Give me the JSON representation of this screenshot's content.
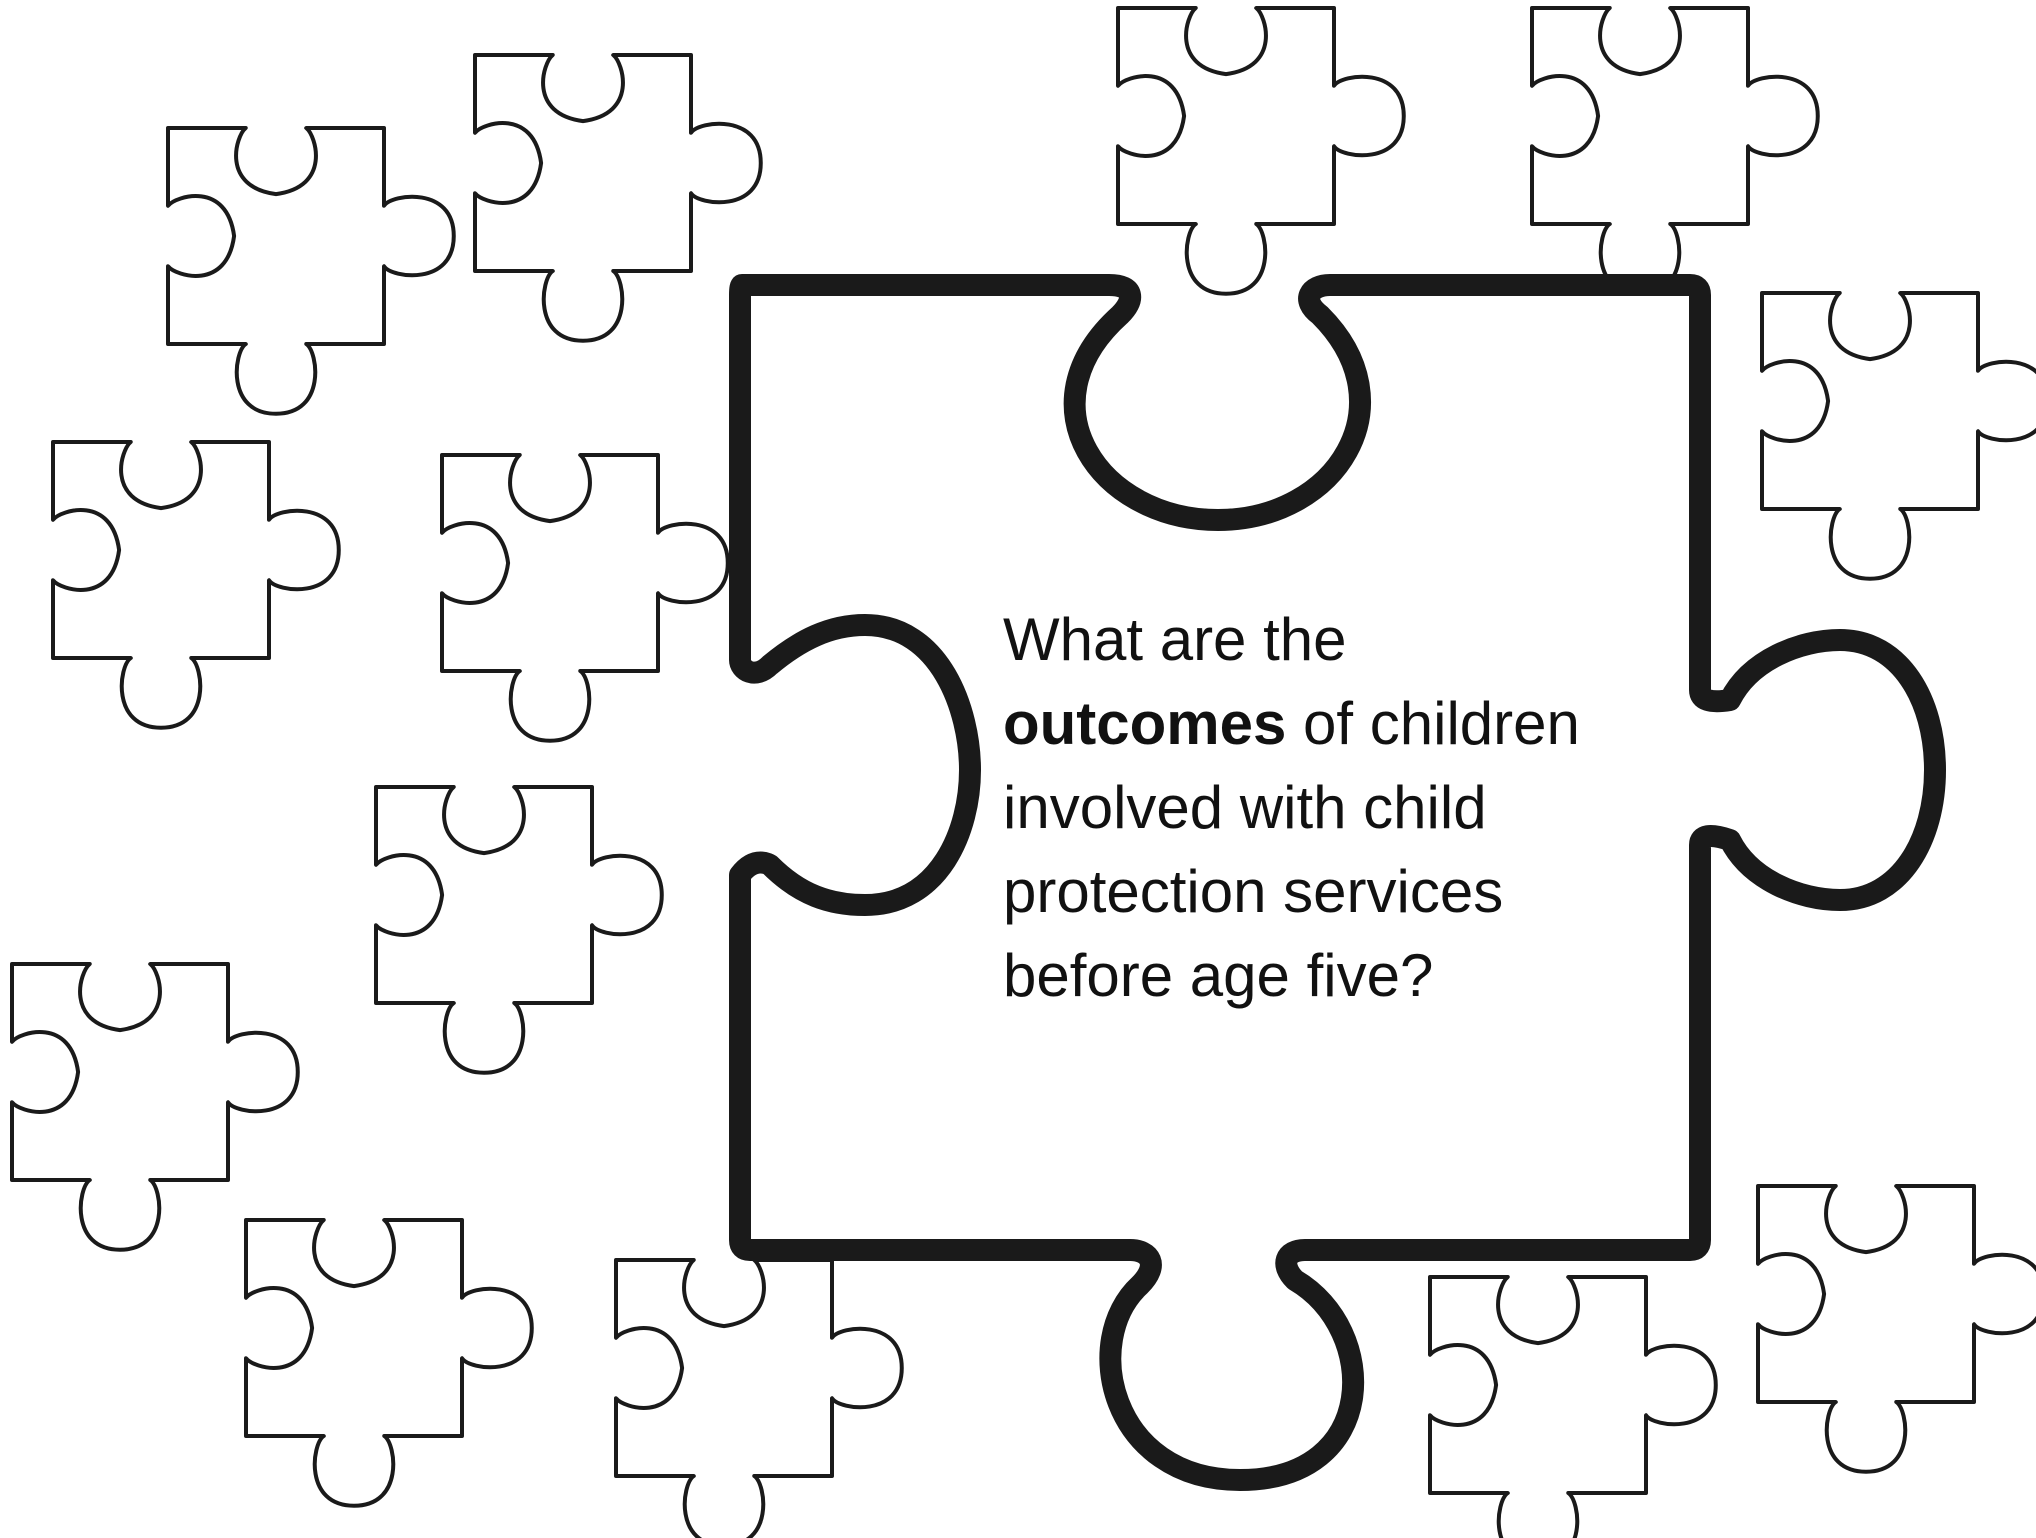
{
  "question": {
    "line1": "What are the",
    "line2_emphasis": "outcomes",
    "line2_rest": " of children",
    "line3": "involved with child",
    "line4": "protection services",
    "line5": "before age five?"
  },
  "colors": {
    "outline": "#1a1a1a",
    "background": "#ffffff",
    "text": "#111111"
  },
  "icons": {
    "main": "puzzle-piece-icon",
    "scattered": "puzzle-piece-icon"
  }
}
